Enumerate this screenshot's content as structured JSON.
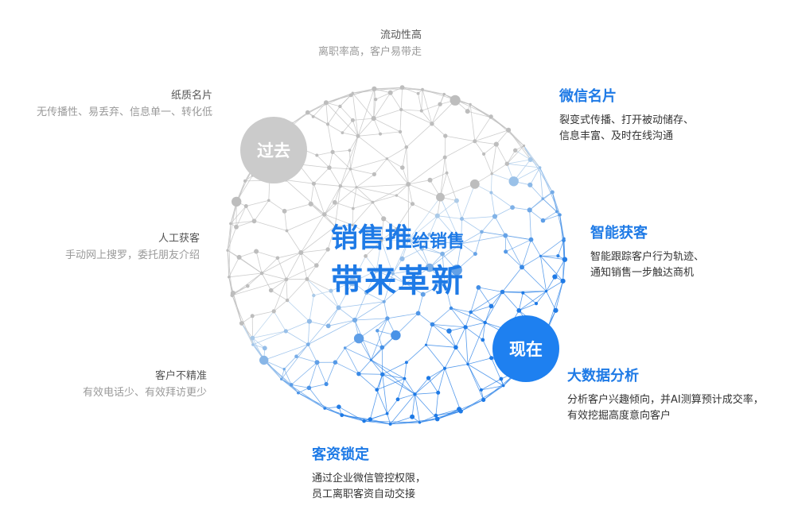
{
  "center": {
    "line1_main": "销售推",
    "line1_small": "给销售",
    "line2": "带来革新"
  },
  "badges": {
    "past": "过去",
    "now": "现在"
  },
  "past_items": [
    {
      "title": "流动性高",
      "desc": "离职率高，客户易带走"
    },
    {
      "title": "纸质名片",
      "desc": "无传播性、易丢弃、信息单一、转化低"
    },
    {
      "title": "人工获客",
      "desc": "手动网上搜罗，委托朋友介绍"
    },
    {
      "title": "客户不精准",
      "desc": "有效电话少、有效拜访更少"
    }
  ],
  "now_items": [
    {
      "title": "微信名片",
      "desc": "裂变式传播、打开被动储存、\n信息丰富、及时在线沟通"
    },
    {
      "title": "智能获客",
      "desc": "智能跟踪客户行为轨迹、\n通知销售一步触达商机"
    },
    {
      "title": "大数据分析",
      "desc": "分析客户兴趣倾向，并AI测算预计成交率，\n有效挖掘高度意向客户"
    },
    {
      "title": "客资锁定",
      "desc": "通过企业微信管控权限，\n员工离职客资自动交接"
    }
  ],
  "colors": {
    "blue": "#1e7ae6",
    "past_badge": "#cbcbcb",
    "now_badge": "#1e80f0",
    "gray_node": "#b8b8b8"
  }
}
